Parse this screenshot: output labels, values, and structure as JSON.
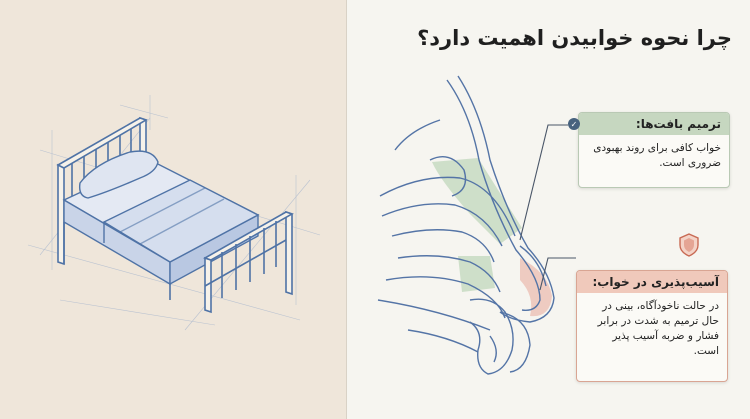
{
  "title": "چرا نحوه خوابیدن اهمیت دارد؟",
  "cards": {
    "tissue_repair": {
      "heading": "ترمیم بافت‌ها:",
      "body": "خواب کافی برای روند بهبودی ضروری است.",
      "icon": "check-icon",
      "accent": "#c6d7c0"
    },
    "vulnerability": {
      "heading": "آسیب‌پذیری در خواب:",
      "body": "در حالت ناخودآگاه، بینی در حال ترمیم به شدت در برابر فشار و ضربه آسیب پذیر است.",
      "icon": "shield-icon",
      "accent": "#f0c9bb"
    }
  },
  "colors": {
    "line_art": "#4f73a6",
    "left_background": "#efe6da",
    "right_background": "#f6f5f0",
    "repair_highlight": "#b9d2b4",
    "risk_highlight": "#e8a79a"
  }
}
